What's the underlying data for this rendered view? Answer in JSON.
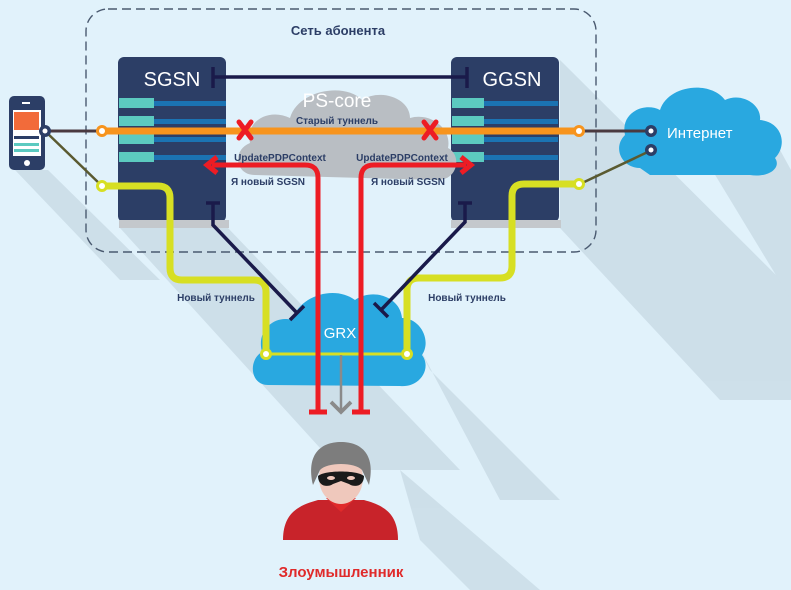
{
  "diagram": {
    "subscriber_network_label": "Сеть абонента",
    "nodes": {
      "sgsn": "SGSN",
      "ggsn": "GGSN",
      "ps_core": "PS-core",
      "internet": "Интернет",
      "grx": "GRX",
      "attacker": "Злоумышленник"
    },
    "edges": {
      "old_tunnel": "Старый туннель",
      "update_left": "UpdatePDPContext",
      "update_right": "UpdatePDPContext",
      "new_sgsn_left": "Я новый SGSN",
      "new_sgsn_right": "Я новый SGSN",
      "new_tunnel_left": "Новый туннель",
      "new_tunnel_right": "Новый туннель"
    },
    "colors": {
      "background": "#e1f2fb",
      "server": "#2c3e66",
      "server_stripe_teal": "#5ccac0",
      "server_stripe_blue": "#1b73b3",
      "old_tunnel": "#f7941d",
      "new_tunnel": "#d7df23",
      "attack_signal": "#ed1c24",
      "dark_link": "#1a1a4a",
      "cloud_blue": "#29a8e0",
      "cloud_grey": "#b9bec3",
      "text_dark": "#2c3e66",
      "attacker_red": "#e02a2a"
    }
  }
}
